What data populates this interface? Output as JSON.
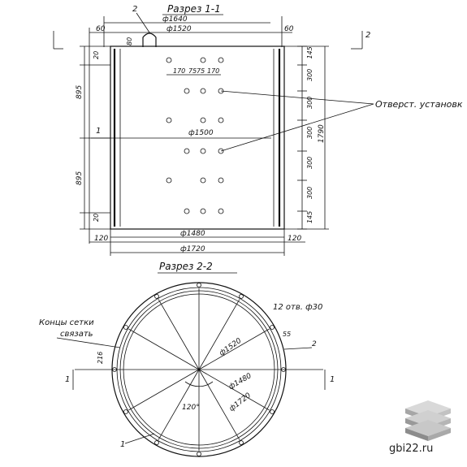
{
  "section_1": {
    "title": "Разрез 1-1",
    "callout_2": "2",
    "d1640": "ф1640",
    "d1520": "ф1520",
    "d1500": "ф1500",
    "d1480": "ф1480",
    "d1720": "ф1720",
    "d60_left": "60",
    "d60_right": "60",
    "d80": "80",
    "d20_top": "20",
    "d20_bottom": "20",
    "d120_left": "120",
    "d120_right": "120",
    "d895_top": "895",
    "d895_bottom": "895",
    "d1790": "1790",
    "right_dims": [
      "145",
      "300",
      "300",
      "300",
      "300",
      "300",
      "145"
    ],
    "hole_spacing": "170",
    "hole_spacing_mid": "75",
    "hole_spacing_mid2": "75",
    "hole_spacing_right": "170",
    "cut_1": "1",
    "cut_2": "2",
    "note": "Отверст. установк"
  },
  "section_2": {
    "title": "Разрез 2-2",
    "holes_label": "12 отв. ф30",
    "d1520": "ф1520",
    "d1480": "ф1480",
    "d1720": "ф1720",
    "d55": "55",
    "callout_2": "2",
    "callout_1": "1",
    "angle": "120°",
    "d216": "216",
    "mesh_note_line1": "Концы сетки",
    "mesh_note_line2": "связать",
    "cut_1_left": "1",
    "cut_1_right": "1"
  },
  "footer": {
    "watermark": "gbi22.ru"
  }
}
